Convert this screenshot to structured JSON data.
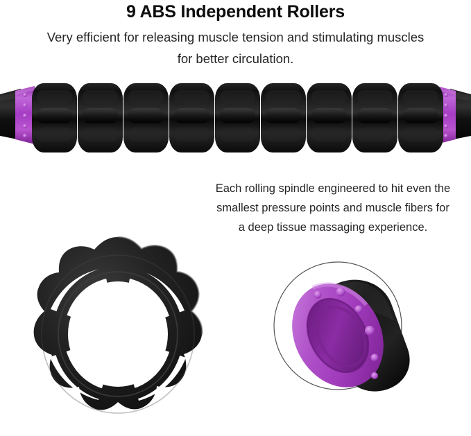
{
  "header": {
    "title": "9 ABS Independent Rollers",
    "subtitle_lines": [
      "Very efficient for releasing muscle tension and stimulating muscles",
      "for better circulation."
    ]
  },
  "mid_section": {
    "description_lines": [
      "Each rolling spindle engineered to hit even the",
      "smallest pressure points and muscle fibers for",
      "a deep tissue massaging experience."
    ]
  },
  "product": {
    "roller_bar": {
      "name": "muscle-roller-stick",
      "segment_count": 9,
      "segment_color": "#121212",
      "segment_highlight": "#3a3a3a",
      "band_color": "#A63CC4",
      "band_highlight": "#C469DC",
      "band_count": 2,
      "handle_color": "#141414",
      "stud_count_per_band": 5
    },
    "gear_ring": {
      "name": "abs-gear-ring",
      "lobe_count": 10,
      "spoke_count": 4,
      "body_color": "#1c1c1c",
      "edge_highlight": "#4a4a4a"
    },
    "closeup_inset": {
      "name": "purple-roller-closeup",
      "outline_color": "#555555",
      "ring_color": "#A63CC4",
      "ring_light": "#BE63D6",
      "ring_dark": "#7E2596",
      "ring_inner_dark": "#6E1F85",
      "cylinder_color": "#151515",
      "nub_count": 6
    }
  },
  "colors": {
    "background": "#ffffff",
    "title_text": "#0d0d0d",
    "body_text": "#262626",
    "accent_purple": "#A63CC4",
    "product_black": "#121212"
  }
}
